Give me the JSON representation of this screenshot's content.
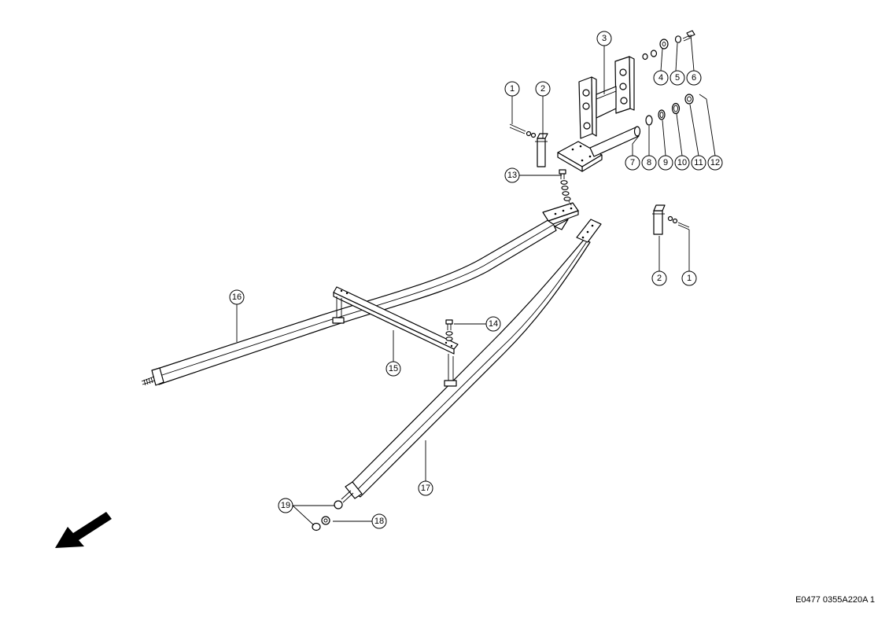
{
  "reference_code": "E0477 0355A220A 1",
  "callouts": [
    {
      "id": "c1a",
      "label": "1"
    },
    {
      "id": "c2a",
      "label": "2"
    },
    {
      "id": "c3",
      "label": "3"
    },
    {
      "id": "c4",
      "label": "4"
    },
    {
      "id": "c5",
      "label": "5"
    },
    {
      "id": "c6",
      "label": "6"
    },
    {
      "id": "c7",
      "label": "7"
    },
    {
      "id": "c8",
      "label": "8"
    },
    {
      "id": "c9",
      "label": "9"
    },
    {
      "id": "c10",
      "label": "10"
    },
    {
      "id": "c11",
      "label": "11"
    },
    {
      "id": "c12",
      "label": "12"
    },
    {
      "id": "c13",
      "label": "13"
    },
    {
      "id": "c14",
      "label": "14"
    },
    {
      "id": "c15",
      "label": "15"
    },
    {
      "id": "c16",
      "label": "16"
    },
    {
      "id": "c17",
      "label": "17"
    },
    {
      "id": "c18",
      "label": "18"
    },
    {
      "id": "c19",
      "label": "19"
    },
    {
      "id": "c2b",
      "label": "2"
    },
    {
      "id": "c1b",
      "label": "1"
    }
  ]
}
